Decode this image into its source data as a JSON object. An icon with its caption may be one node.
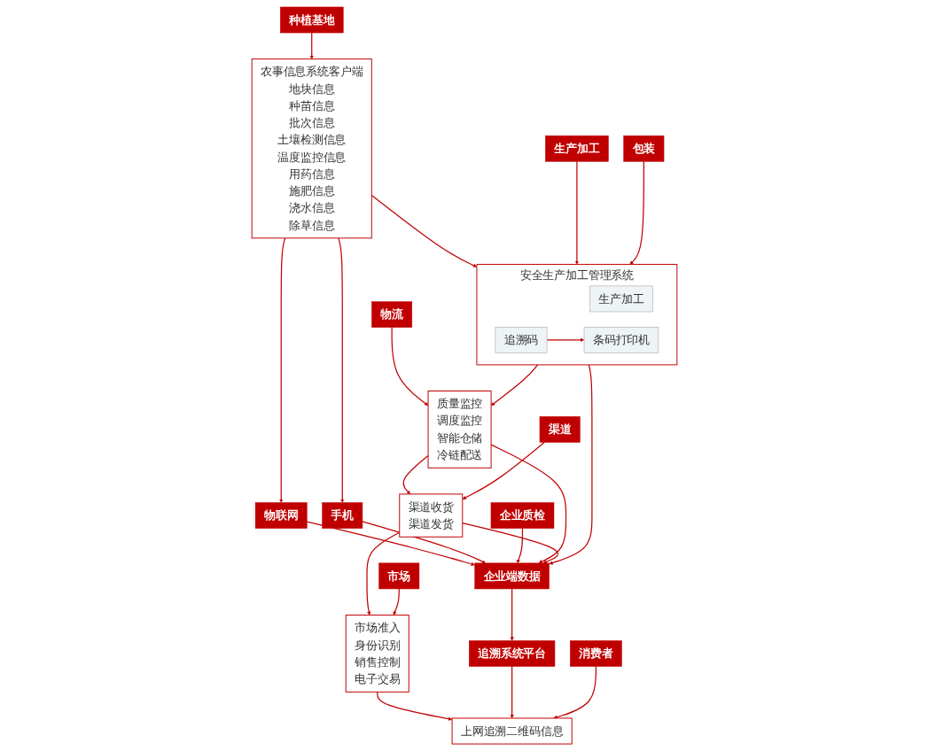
{
  "diagram": {
    "nodes": [
      {
        "text": [
          "种植基地"
        ]
      },
      {
        "text": [
          "农事信息系统客户端",
          "地块信息",
          "种苗信息",
          "批次信息",
          "土壤检测信息",
          "温度监控信息",
          "用药信息",
          "施肥信息",
          "浇水信息",
          "除草信息"
        ]
      },
      {
        "text": [
          "物联网"
        ]
      },
      {
        "text": [
          "手机"
        ]
      },
      {
        "text": [
          "企业质检"
        ]
      },
      {
        "text": [
          "生产加工"
        ]
      },
      {
        "text": [
          "包装"
        ]
      },
      {
        "text": [
          "安全生产加工管理系统"
        ]
      },
      {
        "text": [
          "生产加工"
        ],
        "in": 7
      },
      {
        "text": [
          "追溯码"
        ],
        "in": 7
      },
      {
        "text": [
          "条码打印机"
        ],
        "in": 7
      },
      {
        "text": [
          "企业端数据"
        ]
      },
      {
        "text": [
          "追溯系统平台"
        ]
      },
      {
        "text": [
          "质量监控",
          "调度监控",
          "智能仓储",
          "冷链配送"
        ]
      },
      {
        "text": [
          "渠道收货",
          "渠道发货"
        ]
      },
      {
        "text": [
          "市场准入",
          "身份识别",
          "销售控制",
          "电子交易"
        ]
      },
      {
        "text": [
          "上网追溯二维码信息"
        ]
      },
      {
        "text": [
          "物流"
        ]
      },
      {
        "text": [
          "渠道"
        ]
      },
      {
        "text": [
          "市场"
        ]
      },
      {
        "text": [
          "消费者"
        ]
      }
    ],
    "edges": [
      {
        "from": 0,
        "to": 1,
        "arrow": "to"
      },
      {
        "from": 1,
        "to": 2,
        "arrow": "to"
      },
      {
        "from": 1,
        "to": 3,
        "arrow": "to"
      },
      {
        "from": 1,
        "to": 7,
        "arrow": "to"
      },
      {
        "from": 5,
        "to": 7,
        "arrow": "to"
      },
      {
        "from": 6,
        "to": 7,
        "arrow": "to"
      },
      {
        "from": 9,
        "to": 10,
        "arrow": "to"
      },
      {
        "from": 2,
        "to": 11,
        "arrow": "to"
      },
      {
        "from": 3,
        "to": 11,
        "arrow": "to"
      },
      {
        "from": 4,
        "to": 11,
        "arrow": "to"
      },
      {
        "from": 7,
        "to": 11,
        "arrow": "to"
      },
      {
        "from": 11,
        "to": 12,
        "arrow": "to"
      },
      {
        "from": 7,
        "to": 13,
        "arrow": "to"
      },
      {
        "from": 13,
        "to": 11,
        "arrow": "to"
      },
      {
        "from": 14,
        "to": 11,
        "arrow": "to"
      },
      {
        "from": 13,
        "to": 14,
        "arrow": "to"
      },
      {
        "from": 14,
        "to": 15,
        "arrow": "to"
      },
      {
        "from": 15,
        "to": 16,
        "arrow": "to"
      },
      {
        "from": 12,
        "to": 16,
        "arrow": "to"
      },
      {
        "from": 17,
        "to": 13,
        "arrow": "to"
      },
      {
        "from": 18,
        "to": 14,
        "arrow": "to"
      },
      {
        "from": 19,
        "to": 15,
        "arrow": "to"
      },
      {
        "from": 20,
        "to": 16,
        "arrow": "to"
      }
    ]
  }
}
